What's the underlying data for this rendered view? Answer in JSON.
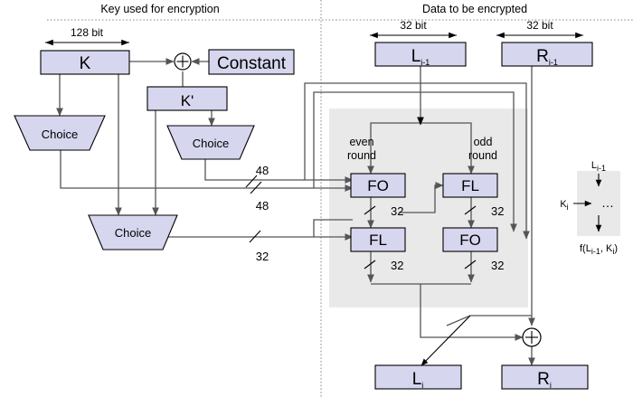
{
  "diagram": {
    "title_left": "Key used for encryption",
    "title_right": "Data to be encrypted",
    "key_side": {
      "dim_label": "128 bit",
      "k_box": "K",
      "constant_box": "Constant",
      "kprime_box": "K'",
      "choice_left": "Choice",
      "choice_mid": "Choice",
      "choice_bottom": "Choice",
      "xor_symbol": "+",
      "bus_48_upper": "48",
      "bus_48_lower": "48",
      "bus_32": "32"
    },
    "data_side": {
      "dim_left": "32 bit",
      "dim_right": "32 bit",
      "left_in": "L",
      "left_in_sub": "i-1",
      "right_in": "R",
      "right_in_sub": "i-1",
      "even_round_l1": "even",
      "even_round_l2": "round",
      "odd_round_l1": "odd",
      "odd_round_l2": "round",
      "fo_top": "FO",
      "fl_top": "FL",
      "fl_bottom": "FL",
      "fo_bottom": "FO",
      "w_fo_top": "32",
      "w_fl_top": "32",
      "w_fl_bottom": "32",
      "w_fo_bottom": "32",
      "xor_symbol": "+",
      "left_out": "L",
      "left_out_sub": "i",
      "right_out": "R",
      "right_out_sub": "i"
    },
    "legend": {
      "input_label": "L",
      "input_sub": "i-1",
      "key_label": "K",
      "key_sub": "i",
      "ellipsis": "…",
      "output_prefix": "f(L",
      "output_sub1": "i-1",
      "output_mid": ", K",
      "output_sub2": "i",
      "output_suffix": ")"
    },
    "colors": {
      "box_fill": "#d6d6ef",
      "box_stroke": "#000000",
      "zone_fill": "#e9e9e9",
      "wire": "#555555"
    }
  }
}
